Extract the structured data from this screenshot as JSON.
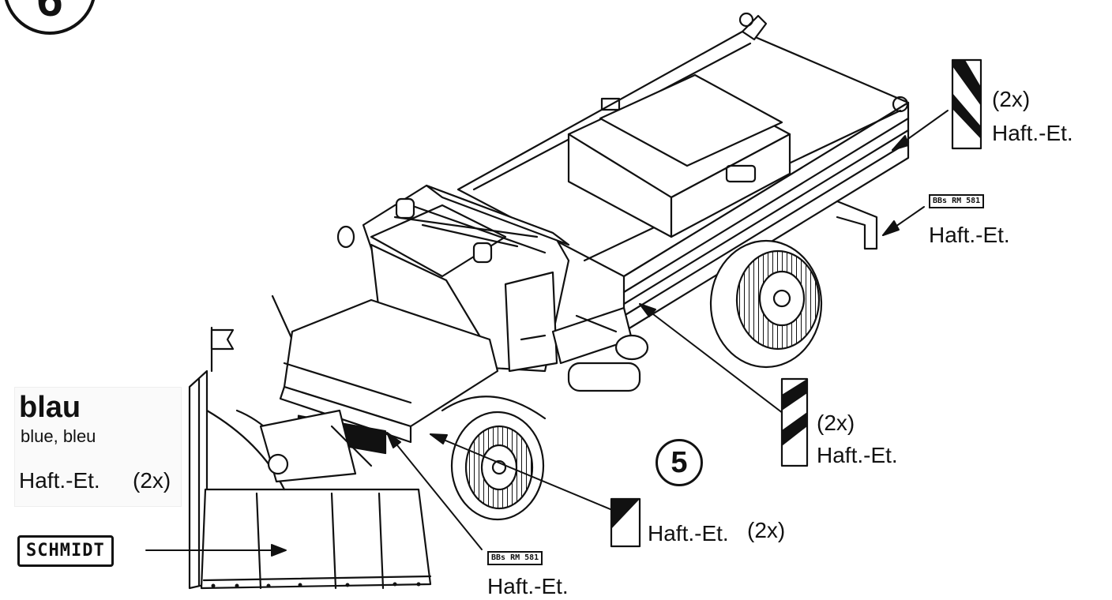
{
  "step_number": "6",
  "sub_step_number": "5",
  "colour_note": {
    "title": "blau",
    "subtitle": "blue, bleu",
    "label": "Haft.-Et.",
    "quantity": "(2x)"
  },
  "logo_decal": "SCHMIDT",
  "decals": {
    "rear_stripe": {
      "qty": "(2x)",
      "label": "Haft.-Et."
    },
    "rear_plate": {
      "plate_text": "BBs RM 581",
      "label": "Haft.-Et."
    },
    "side_stripe": {
      "qty": "(2x)",
      "label": "Haft.-Et."
    },
    "front_stripe": {
      "label": "Haft.-Et.",
      "qty": "(2x)"
    },
    "front_plate": {
      "plate_text": "BBs RM 581",
      "label": "Haft.-Et."
    }
  },
  "colors": {
    "ink": "#111111",
    "paper": "#ffffff",
    "stripe_red": "#c0392b"
  }
}
